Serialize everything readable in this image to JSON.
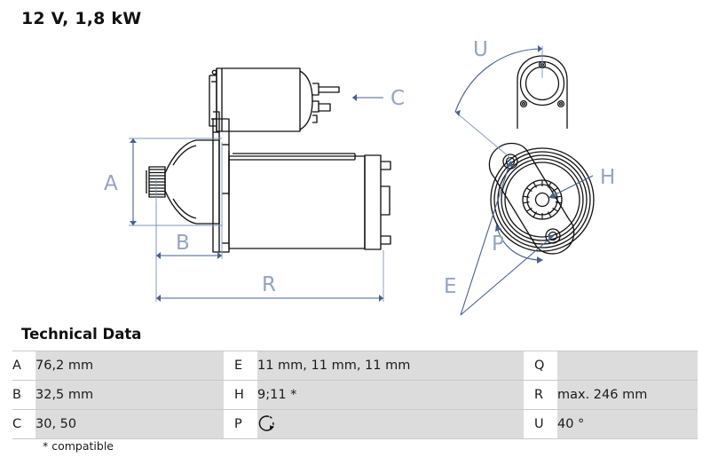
{
  "header": {
    "title": "12 V, 1,8 kW"
  },
  "tech_data": {
    "heading": "Technical Data",
    "footnote": "* compatible",
    "rows": [
      {
        "c1_key": "A",
        "c1_val": "76,2 mm",
        "c2_key": "E",
        "c2_val": "11 mm, 11 mm, 11 mm",
        "c3_key": "Q",
        "c3_val": ""
      },
      {
        "c1_key": "B",
        "c1_val": "32,5 mm",
        "c2_key": "H",
        "c2_val": "9;11 *",
        "c3_key": "R",
        "c3_val": "max. 246 mm"
      },
      {
        "c1_key": "C",
        "c1_val": "30, 50",
        "c2_key": "P",
        "c2_val": "",
        "c3_key": "U",
        "c3_val": "40 °"
      }
    ],
    "p_icon_name": "clockwise-rotation-icon"
  },
  "drawings": {
    "side_view": {
      "name": "starter-motor-side-view",
      "dimension_labels": [
        "A",
        "B",
        "C",
        "R"
      ]
    },
    "front_view": {
      "name": "starter-motor-flange-front-view",
      "dimension_labels": [
        "U",
        "H",
        "P",
        "E"
      ]
    }
  },
  "colors": {
    "dimension_line": "#46618f",
    "dimension_label": "#93a4c0",
    "outline": "#111111",
    "value_cell_bg": "#dcdcdc",
    "table_rule": "#c9c9c9"
  }
}
